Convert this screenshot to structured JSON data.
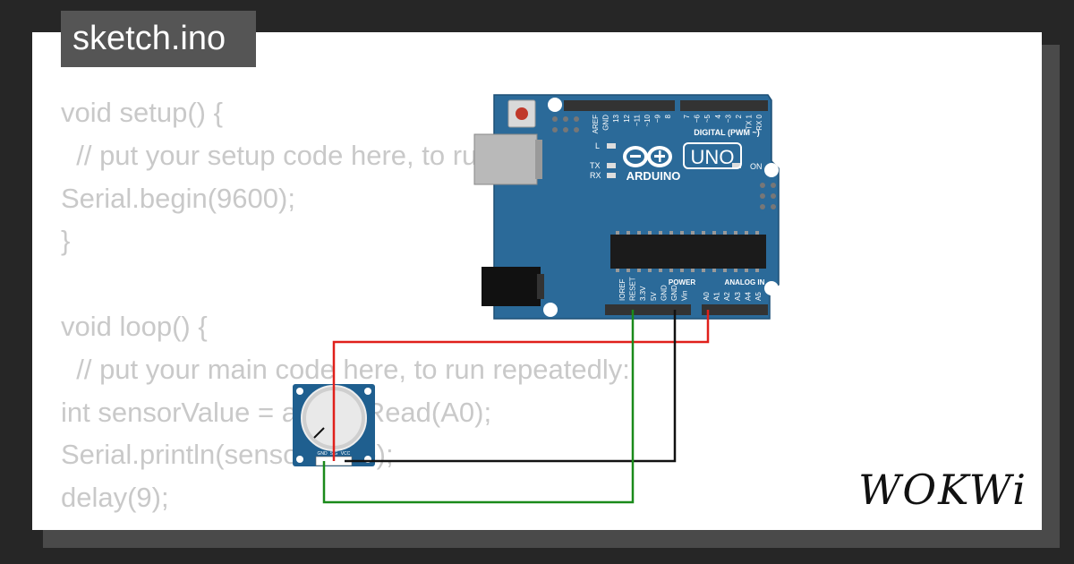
{
  "tab": {
    "filename": "sketch.ino"
  },
  "code": {
    "lines": [
      "void setup() {",
      "  // put your setup code here, to run once:",
      "Serial.begin(9600);",
      "}",
      "",
      "void loop() {",
      "  // put your main code here, to run repeatedly:",
      "int sensorValue = analogRead(A0);",
      "Serial.println(sensorValue);",
      "delay(9);",
      "}"
    ]
  },
  "board": {
    "model": "UNO",
    "brand": "ARDUINO",
    "digital_header_label": "DIGITAL (PWM ~)",
    "power_label": "POWER",
    "analog_label": "ANALOG IN",
    "on_label": "ON",
    "l_label": "L",
    "tx_label": "TX",
    "rx_label": "RX",
    "digital_pins": [
      "AREF",
      "GND",
      "13",
      "12",
      "~11",
      "~10",
      "~9",
      "8",
      "7",
      "~6",
      "~5",
      "4",
      "~3",
      "2",
      "TX 1",
      "RX 0"
    ],
    "power_pins": [
      "IOREF",
      "RESET",
      "3.3V",
      "5V",
      "GND",
      "GND",
      "Vin"
    ],
    "analog_pins": [
      "A0",
      "A1",
      "A2",
      "A3",
      "A4",
      "A5"
    ],
    "color": "#2b6a99"
  },
  "potentiometer": {
    "pins": [
      "GND",
      "SIG",
      "VCC"
    ],
    "color": "#1f5f8f"
  },
  "wires": {
    "vcc_color": "#e0201b",
    "gnd_color": "#111111",
    "sig_color": "#1a8a1a"
  },
  "logo": {
    "text": "WOKWi"
  }
}
